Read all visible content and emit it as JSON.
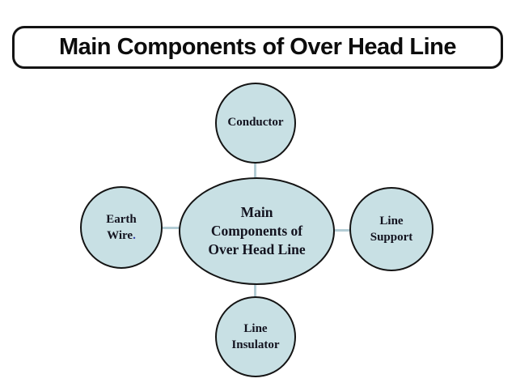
{
  "title": "Main Components of Over Head Line",
  "diagram": {
    "center": {
      "lines": [
        "Main",
        "Components of",
        "Over Head Line"
      ]
    },
    "nodes": {
      "conductor": {
        "label": "Conductor"
      },
      "earth_wire": {
        "line1": "Earth",
        "line2": "Wire",
        "period": "."
      },
      "line_support": {
        "line1": "Line",
        "line2": "Support"
      },
      "line_insulator": {
        "line1": "Line",
        "line2": "Insulator"
      }
    }
  },
  "colors": {
    "node_fill": "#c8e0e4",
    "node_border": "#141414",
    "node_text": "#13131f",
    "connector": "#b2ccd4",
    "accent_period": "#2f3fae",
    "title_text": "#0c0c0c"
  }
}
